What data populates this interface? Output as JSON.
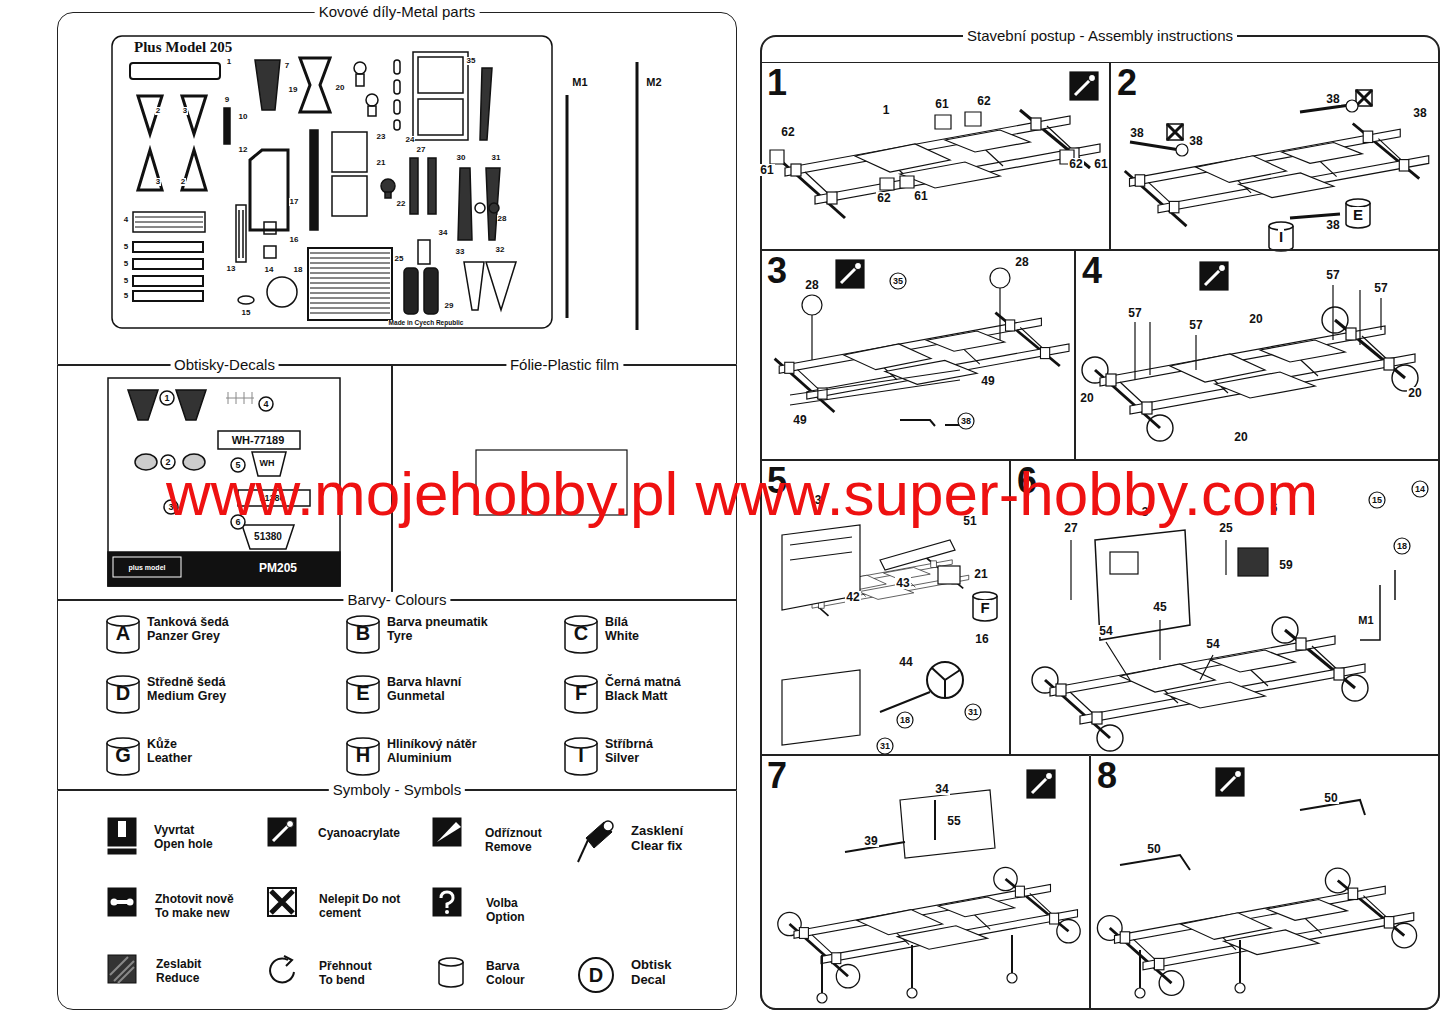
{
  "diagram": {
    "nodes": [
      {
        "text": [
          "Kovové díly-Metal parts"
        ]
      },
      {
        "text": [
          "Obtisky-Decals"
        ]
      },
      {
        "text": [
          "Fólie-Plastic film"
        ]
      },
      {
        "text": [
          "Barvy- Colours"
        ]
      },
      {
        "text": [
          "Symboly - Symbols"
        ]
      },
      {
        "text": [
          "A",
          "Tanková šedá Panzer Grey"
        ],
        "in": 3
      },
      {
        "text": [
          "B",
          "Barva pneumatik Tyre"
        ],
        "in": 3
      },
      {
        "text": [
          "C",
          "Bílá White"
        ],
        "in": 3
      },
      {
        "text": [
          "D",
          "Středně šedá Medium Grey"
        ],
        "in": 3
      },
      {
        "text": [
          "E",
          "Barva hlavní Gunmetal"
        ],
        "in": 3
      },
      {
        "text": [
          "F",
          "Černá matná Black Matt"
        ],
        "in": 3
      },
      {
        "text": [
          "G",
          "Kůže Leather"
        ],
        "in": 3
      },
      {
        "text": [
          "H",
          "Hliníkový nátěr Aluminium"
        ],
        "in": 3
      },
      {
        "text": [
          "I",
          "Stříbrná Silver"
        ],
        "in": 3
      },
      {
        "text": [
          "Stavební postup - Assembly instructions"
        ]
      },
      {
        "text": [
          "1"
        ],
        "in": 14
      },
      {
        "text": [
          "2"
        ],
        "in": 14
      },
      {
        "text": [
          "3"
        ],
        "in": 14
      },
      {
        "text": [
          "4"
        ],
        "in": 14
      },
      {
        "text": [
          "5"
        ],
        "in": 14
      },
      {
        "text": [
          "6"
        ],
        "in": 14
      },
      {
        "text": [
          "7"
        ],
        "in": 14
      },
      {
        "text": [
          "8"
        ],
        "in": 14
      }
    ],
    "labels": [
      "Plus Model 205",
      "1",
      "7",
      "19",
      "20",
      "35",
      "2",
      "3",
      "9",
      "10",
      "12",
      "24",
      "23",
      "21",
      "22",
      "27",
      "30",
      "31",
      "3",
      "2",
      "17",
      "4",
      "16",
      "13",
      "14",
      "18",
      "5",
      "5",
      "5",
      "5",
      "15",
      "25",
      "34",
      "29",
      "33",
      "32",
      "28",
      "Made in Cyech Republic",
      "M1",
      "M2",
      "1",
      "4",
      "2",
      "5",
      "3",
      "6",
      "WH-77189",
      "WH",
      "51380",
      "51380",
      "plus model",
      "PM205",
      "Vyvrtat Open hole",
      "Cyanoacrylate",
      "Odříznout Remove",
      "Zasklení Clear fix",
      "Zhotovit nově To make new",
      "Nelepit Do not cement",
      "Volba Option",
      "Zeslabit Reduce",
      "Přehnout To bend",
      "Barva Colour",
      "Obtisk Decal",
      "D",
      "62",
      "61",
      "1",
      "61",
      "62",
      "62",
      "61",
      "62",
      "61",
      "38",
      "38",
      "38",
      "38",
      "38",
      "I",
      "E",
      "28",
      "28",
      "35",
      "49",
      "49",
      "38",
      "57",
      "57",
      "57",
      "57",
      "20",
      "20",
      "20",
      "20",
      "3",
      "51",
      "21",
      "43",
      "42",
      "F",
      "16",
      "44",
      "18",
      "31",
      "31",
      "27",
      "3",
      "25",
      "6",
      "15",
      "14",
      "18",
      "59",
      "45",
      "54",
      "54",
      "M1",
      "34",
      "39",
      "55",
      "50",
      "50",
      "www.mojehobby.pl www.super-hobby.com"
    ]
  }
}
